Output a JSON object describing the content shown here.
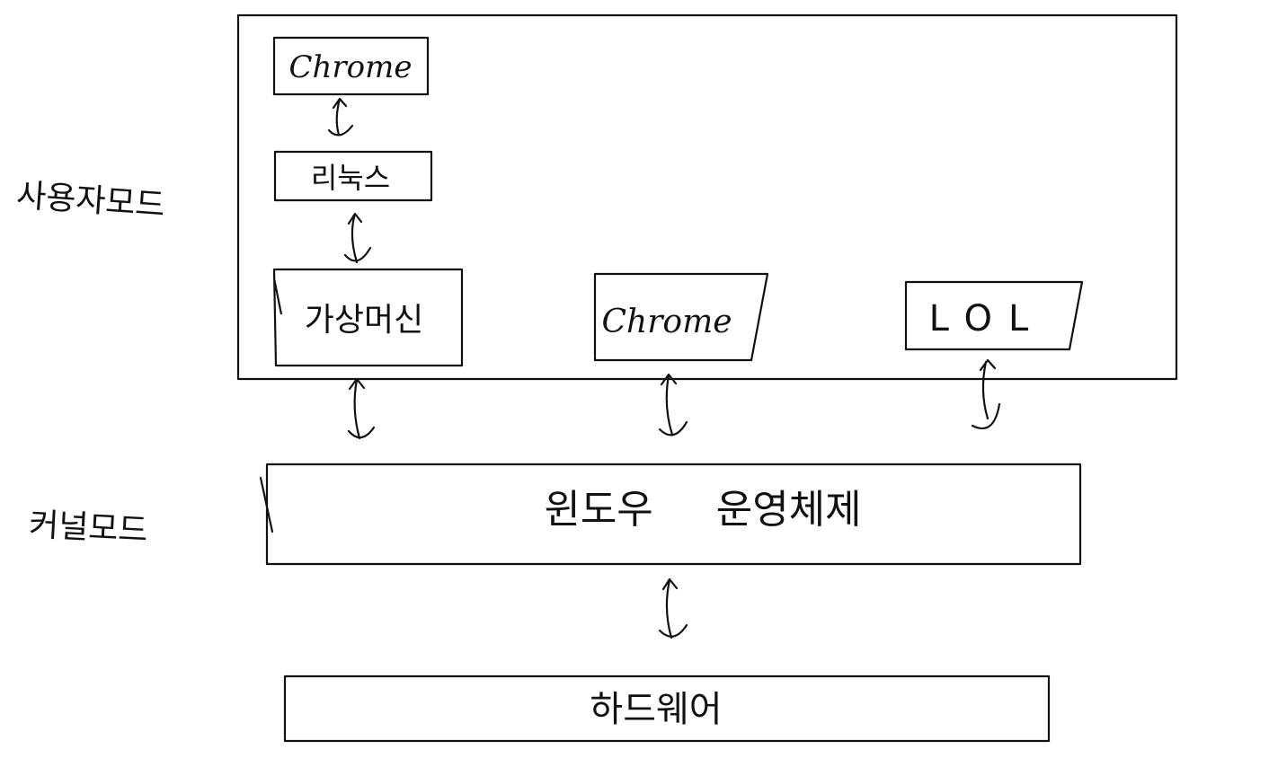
{
  "labels": {
    "user_mode": "사용자모드",
    "kernel_mode": "커널모드"
  },
  "user_space": {
    "chrome_top": "Chrome",
    "linux": "리눅스",
    "virtual_machine": "가상머신",
    "chrome": "Chrome",
    "lol": "LOL"
  },
  "kernel": {
    "windows_os": "윈도우     운영체제"
  },
  "hardware": {
    "label": "하드웨어"
  }
}
